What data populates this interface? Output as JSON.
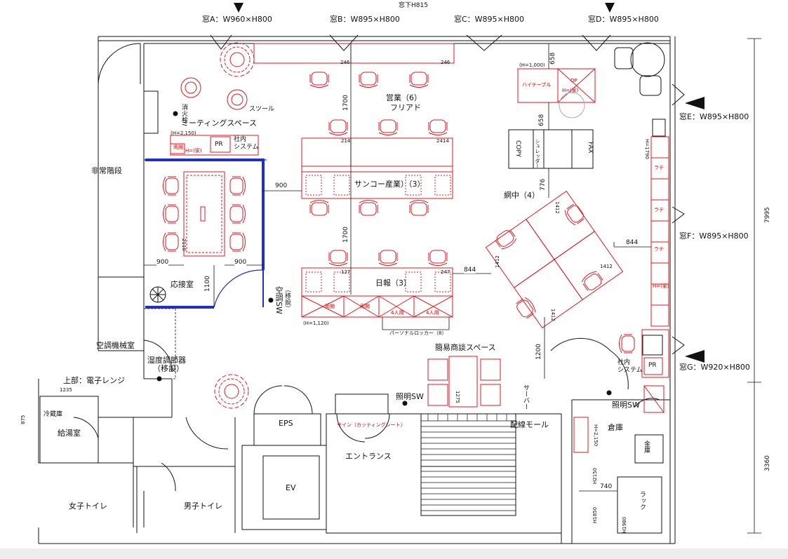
{
  "windows": {
    "top_sill": "窓下H815",
    "a": "窓A：W960×H800",
    "b": "窓B：W895×H800",
    "c": "窓C：W895×H800",
    "d": "窓D：W895×H800",
    "e": "窓E：W895×H800",
    "f": "窓F：W895×H800",
    "g": "窓G：W920×H800"
  },
  "rooms": {
    "emergency_stairs": "非常階段",
    "meeting_space": "ミーティングスペース",
    "reception": "応接室",
    "hvac_room": "空調機械室",
    "humidifier": "湿度調節器",
    "humidifier_note": "（移設）",
    "microwave": "上部：電子レンジ",
    "fridge": "冷蔵庫",
    "kitchen": "給湯室",
    "womens_wc": "女子トイレ",
    "mens_wc": "男子トイレ",
    "eps": "EPS",
    "ev": "EV",
    "entrance": "エントランス",
    "sign": "サイン（カッティングシート）",
    "light_sw": "照明SW",
    "light_sw2": "照明SW",
    "wiring_mall": "配線モール",
    "simple_meeting": "簡易商談スペース",
    "storage": "倉庫",
    "rack": "ラック",
    "safe": "金庫",
    "server": "サーバー",
    "aircon_sw": "空調SW",
    "aircon_sw_note": "（移設）",
    "fire_ext": "消火栓",
    "stool": "スツール"
  },
  "groups": {
    "sales": "営業（6）",
    "free_address": "フリアド",
    "sanko": "サンコー産業）（3）",
    "nippo": "日報（3）",
    "aminaka": "網中（4）",
    "lockers": "パーソナルロッカー（8）",
    "four_person": "4人用",
    "double_door": "両開",
    "high_table": "ハイテーブル",
    "op": "OP",
    "copy": "COPY",
    "fax": "FAX",
    "shredder": "シュレッダー",
    "pr": "PR",
    "in_house_system": "社内\nシステム",
    "latte": "ラテ",
    "hinge_note": "H=(家)"
  },
  "dimensions": {
    "d658a": "658",
    "d658b": "658",
    "d776": "776",
    "d1700a": "1700",
    "d1700b": "1700",
    "d900a": "900",
    "d900b": "900",
    "d900c": "900",
    "d1100": "1100",
    "d844a": "844",
    "d844b": "844",
    "d1200": "1200",
    "d740": "740",
    "d7995": "7995",
    "d3360": "3360",
    "d246a": "246",
    "d246b": "246",
    "d214": "214",
    "d2414": "2414",
    "d127": "127",
    "d247": "247",
    "d2110": "2110",
    "d1412a": "1412",
    "d1412b": "1412",
    "d1412c": "1412",
    "d1412d": "1412",
    "d1275": "1275",
    "d1235": "1235",
    "d875": "875",
    "h1000": "(H=1,000)",
    "h2150a": "(H=2,150)",
    "h1120": "(H=1,120)",
    "h2150b": "H=2,150",
    "h2150c": "H2150",
    "h1850": "H1850",
    "h1980": "H1980",
    "h1790": "H=1790"
  },
  "colors": {
    "furniture": "#e0191f",
    "wall": "#111111",
    "partition": "#1f2fc8",
    "footer": "#ededed"
  }
}
